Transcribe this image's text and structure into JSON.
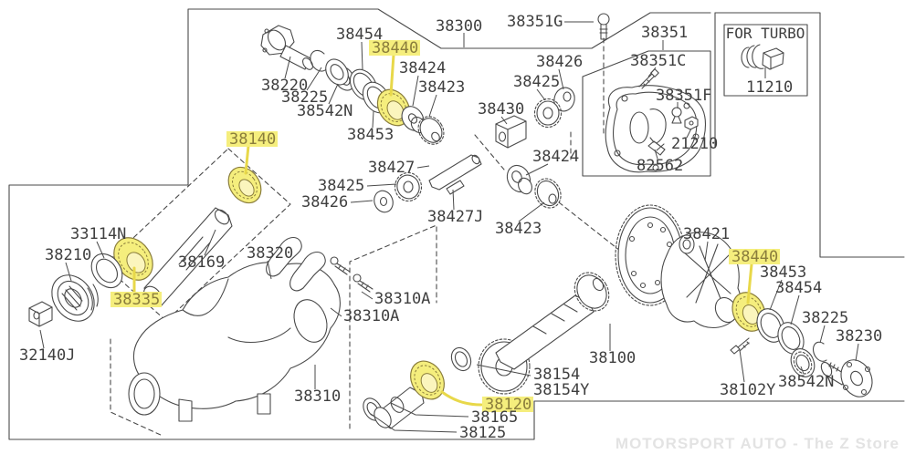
{
  "watermark": "MOTORSPORT AUTO - The Z Store",
  "turbo_box": {
    "title": "FOR TURBO"
  },
  "colors": {
    "background": "#ffffff",
    "line": "#4a4a4a",
    "label_text": "#3f3f3f",
    "highlight_bg": "#f5ee7d",
    "highlight_text": "#8a7d3c",
    "highlight_inner": "#fbf5bd",
    "highlight_line": "#e8d84a",
    "watermark": "#e3e3e3"
  },
  "part_labels": [
    {
      "id": "38300",
      "text": "38300",
      "highlighted": false
    },
    {
      "id": "38351G",
      "text": "38351G",
      "highlighted": false
    },
    {
      "id": "38351",
      "text": "38351",
      "highlighted": false
    },
    {
      "id": "38220",
      "text": "38220",
      "highlighted": false
    },
    {
      "id": "38225-left",
      "text": "38225",
      "highlighted": false
    },
    {
      "id": "38542N-left",
      "text": "38542N",
      "highlighted": false
    },
    {
      "id": "38454-left",
      "text": "38454",
      "highlighted": false
    },
    {
      "id": "38440-top",
      "text": "38440",
      "highlighted": true
    },
    {
      "id": "38424-top",
      "text": "38424",
      "highlighted": false
    },
    {
      "id": "38423-top",
      "text": "38423",
      "highlighted": false
    },
    {
      "id": "38453-left",
      "text": "38453",
      "highlighted": false
    },
    {
      "id": "38426-top",
      "text": "38426",
      "highlighted": false
    },
    {
      "id": "38425-top",
      "text": "38425",
      "highlighted": false
    },
    {
      "id": "38430",
      "text": "38430",
      "highlighted": false
    },
    {
      "id": "38351C",
      "text": "38351C",
      "highlighted": false
    },
    {
      "id": "38351F",
      "text": "38351F",
      "highlighted": false
    },
    {
      "id": "21210",
      "text": "21210",
      "highlighted": false
    },
    {
      "id": "82562",
      "text": "82562",
      "highlighted": false
    },
    {
      "id": "38424-mid",
      "text": "38424",
      "highlighted": false
    },
    {
      "id": "38423-mid",
      "text": "38423",
      "highlighted": false
    },
    {
      "id": "38427",
      "text": "38427",
      "highlighted": false
    },
    {
      "id": "38425-mid",
      "text": "38425",
      "highlighted": false
    },
    {
      "id": "38426-mid",
      "text": "38426",
      "highlighted": false
    },
    {
      "id": "38427J",
      "text": "38427J",
      "highlighted": false
    },
    {
      "id": "38140",
      "text": "38140",
      "highlighted": true
    },
    {
      "id": "33114N",
      "text": "33114N",
      "highlighted": false
    },
    {
      "id": "38210",
      "text": "38210",
      "highlighted": false
    },
    {
      "id": "38335",
      "text": "38335",
      "highlighted": true
    },
    {
      "id": "32140J",
      "text": "32140J",
      "highlighted": false
    },
    {
      "id": "38169",
      "text": "38169",
      "highlighted": false
    },
    {
      "id": "38320",
      "text": "38320",
      "highlighted": false
    },
    {
      "id": "38310A-1",
      "text": "38310A",
      "highlighted": false
    },
    {
      "id": "38310A-2",
      "text": "38310A",
      "highlighted": false
    },
    {
      "id": "38310",
      "text": "38310",
      "highlighted": false
    },
    {
      "id": "38421",
      "text": "38421",
      "highlighted": false
    },
    {
      "id": "38440-right",
      "text": "38440",
      "highlighted": true
    },
    {
      "id": "38453-right",
      "text": "38453",
      "highlighted": false
    },
    {
      "id": "38454-right",
      "text": "38454",
      "highlighted": false
    },
    {
      "id": "38225-right",
      "text": "38225",
      "highlighted": false
    },
    {
      "id": "38230",
      "text": "38230",
      "highlighted": false
    },
    {
      "id": "38100",
      "text": "38100",
      "highlighted": false
    },
    {
      "id": "38154",
      "text": "38154",
      "highlighted": false
    },
    {
      "id": "38154Y",
      "text": "38154Y",
      "highlighted": false
    },
    {
      "id": "38120",
      "text": "38120",
      "highlighted": true
    },
    {
      "id": "38165",
      "text": "38165",
      "highlighted": false
    },
    {
      "id": "38125",
      "text": "38125",
      "highlighted": false
    },
    {
      "id": "38542N-right",
      "text": "38542N",
      "highlighted": false
    },
    {
      "id": "38102Y",
      "text": "38102Y",
      "highlighted": false
    },
    {
      "id": "11210",
      "text": "11210",
      "highlighted": false
    }
  ]
}
